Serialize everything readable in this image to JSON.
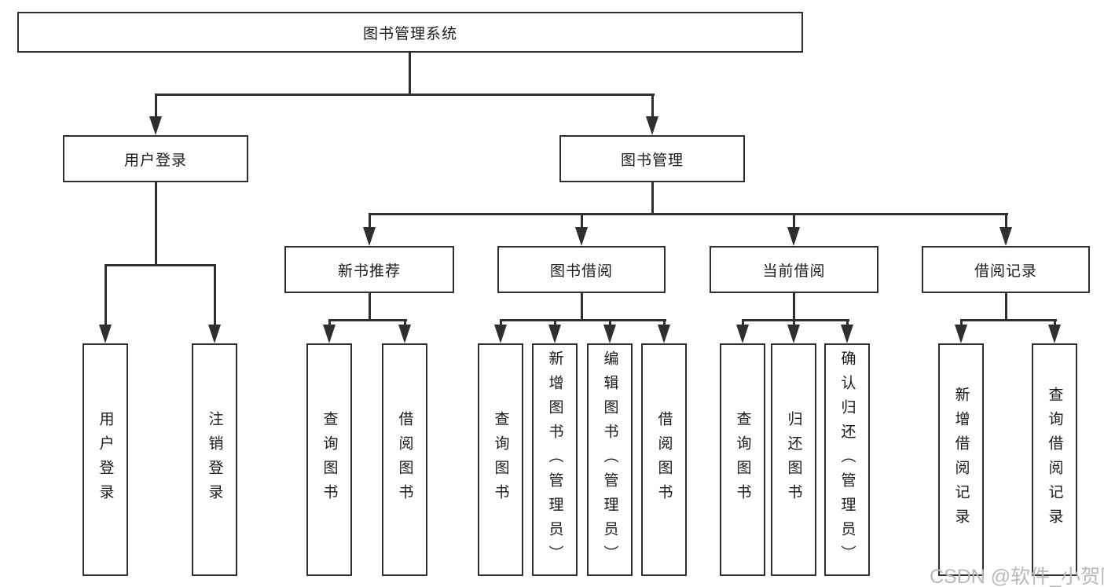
{
  "diagram": {
    "title": "图书管理系统",
    "level2": {
      "user_login": "用户登录",
      "book_management": "图书管理"
    },
    "level3": {
      "new_book_recommend": "新书推荐",
      "book_borrow": "图书借阅",
      "current_borrow": "当前借阅",
      "borrow_record": "借阅记录"
    },
    "leaves": {
      "user_login_leaf": "用户登录",
      "logout_leaf": "注销登录",
      "recommend_query_books": "查询图书",
      "recommend_borrow_books": "借阅图书",
      "borrow_query_books": "查询图书",
      "borrow_add_books": "新增图书（管理员）",
      "borrow_edit_books": "编辑图书（管理员）",
      "borrow_borrow_books": "借阅图书",
      "current_query_books": "查询图书",
      "current_return_books": "归还图书",
      "current_confirm_return": "确认归还（管理员）",
      "record_add_record": "新增借阅记录",
      "record_query_record": "查询借阅记录"
    }
  },
  "watermark": "CSDN @软件_小贺同学",
  "colors": {
    "line": "#2f2f2f",
    "text": "#1a1a1a",
    "watermark": "#b6b9c0",
    "background": "#ffffff"
  }
}
